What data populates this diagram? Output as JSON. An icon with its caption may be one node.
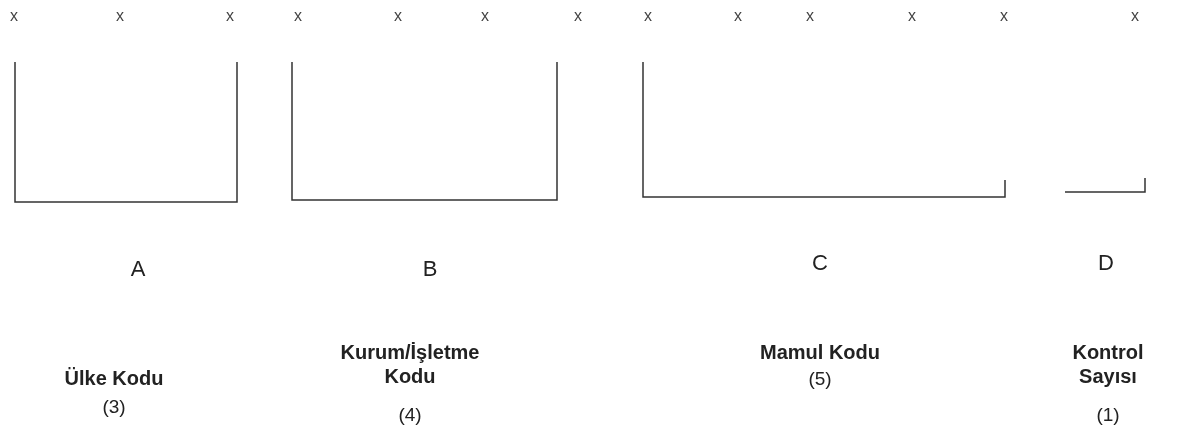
{
  "diagram": {
    "labels": [
      "x",
      "x",
      "x",
      "x",
      "x",
      "x",
      "x",
      "x",
      "x",
      "x",
      "x",
      "x",
      "x",
      "A",
      "B",
      "C",
      "D",
      "Ülke Kodu",
      "(3)",
      "Kurum/İşletme Kodu",
      "(4)",
      "Mamul Kodu",
      "(5)",
      "Kontrol Sayısı",
      "(1)"
    ]
  }
}
